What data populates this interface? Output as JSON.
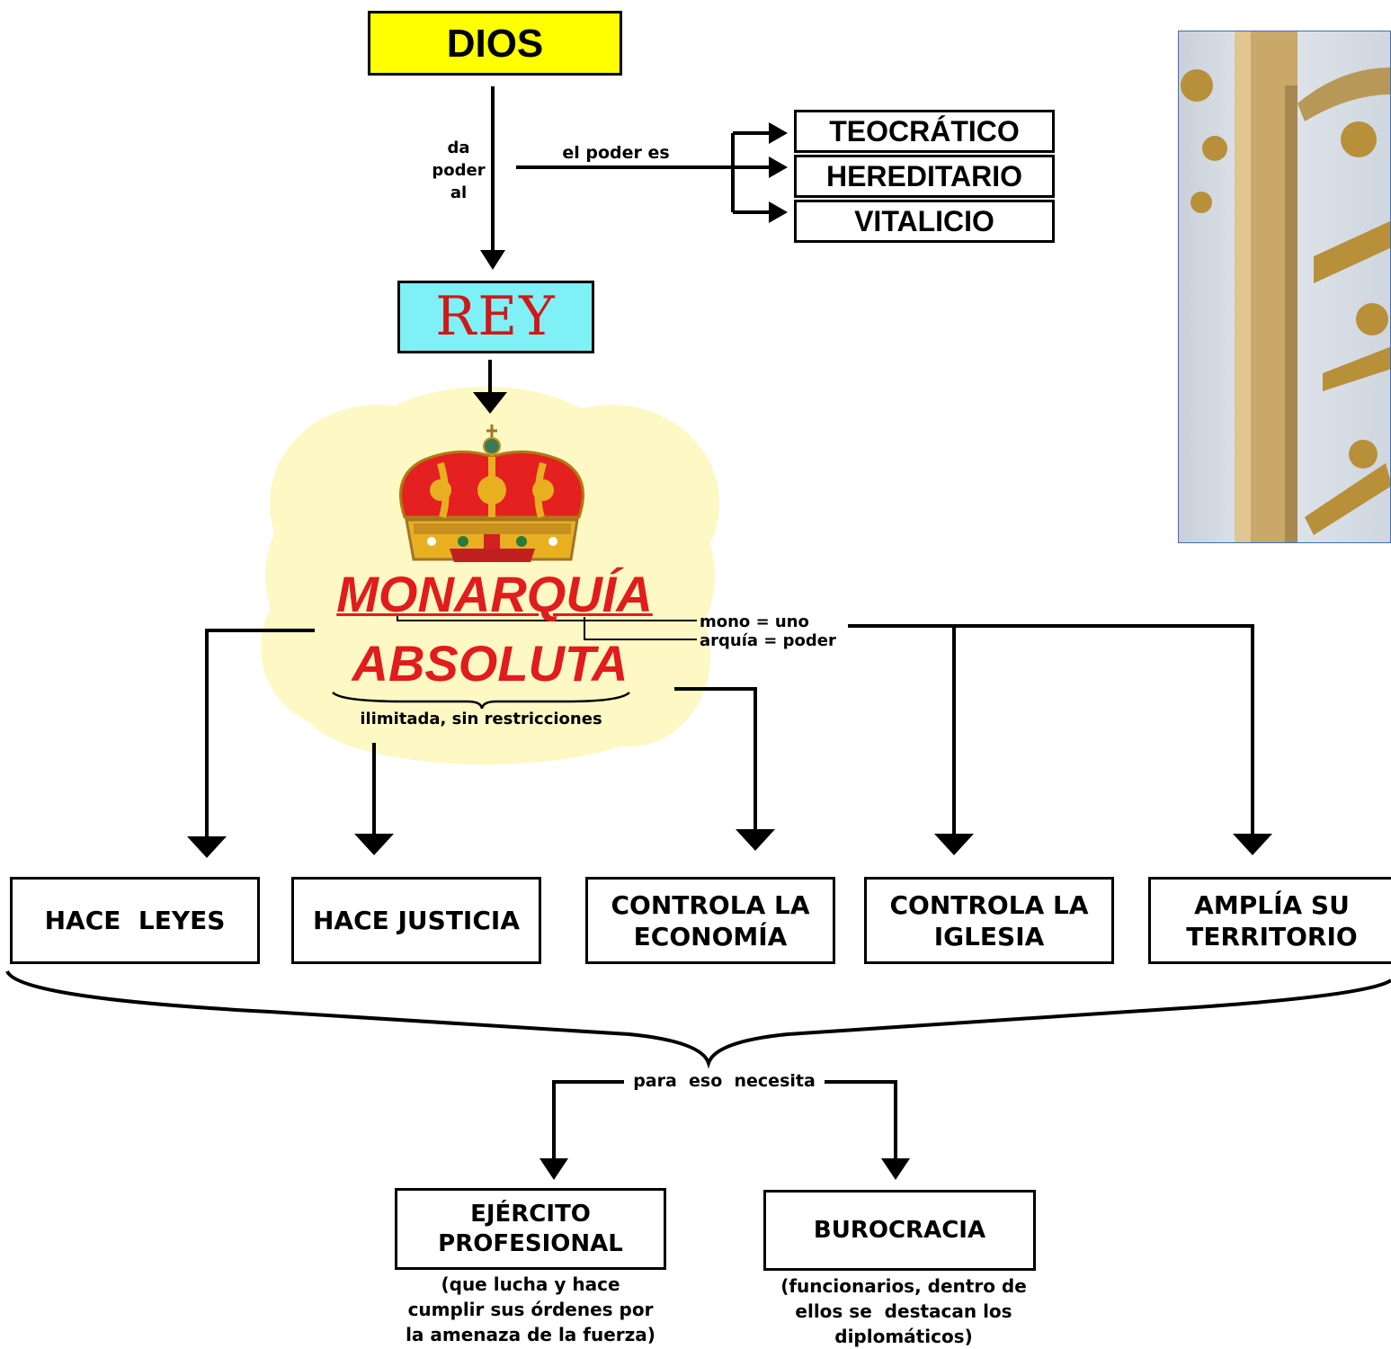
{
  "nodes": {
    "dios": "DIOS",
    "rey": "REY",
    "monarquia": "MONARQUÍA",
    "absoluta": "ABSOLUTA",
    "teocratico": "TEOCRÁTICO",
    "hereditario": "HEREDITARIO",
    "vitalicio": "VITALICIO",
    "hace_leyes": "HACE  LEYES",
    "hace_justicia": "HACE JUSTICIA",
    "controla_economia_1": "CONTROLA LA",
    "controla_economia_2": "ECONOMÍA",
    "controla_iglesia_1": "CONTROLA LA",
    "controla_iglesia_2": "IGLESIA",
    "amplia_1": "AMPLÍA SU",
    "amplia_2": "TERRITORIO",
    "ejercito_1": "EJÉRCITO",
    "ejercito_2": "PROFESIONAL",
    "burocracia": "BUROCRACIA"
  },
  "labels": {
    "da_poder_al_1": "da",
    "da_poder_al_2": "poder",
    "da_poder_al_3": "al",
    "el_poder_es": "el poder es",
    "mono": "mono = uno",
    "arquia": "arquía = poder",
    "ilimitada": "ilimitada, sin restricciones",
    "para_eso": "para  eso  necesita",
    "ejercito_note_1": "(que lucha y hace",
    "ejercito_note_2": "cumplir sus órdenes por",
    "ejercito_note_3": "la amenaza de la fuerza)",
    "burocracia_note_1": "(funcionarios, dentro de",
    "burocracia_note_2": "ellos se  destacan los",
    "burocracia_note_3": "diplomáticos)"
  },
  "colors": {
    "dios_fill": "#ffff00",
    "rey_fill": "#80f0f7",
    "rey_text": "#d01818",
    "monarquia_text": "#e01c1c",
    "cloud": "#fdf8c4",
    "crown_red": "#e42020",
    "crown_gold": "#e8b020"
  },
  "icons": {
    "crown": "royal-crown-icon",
    "photo": "golden-gate-photo"
  }
}
